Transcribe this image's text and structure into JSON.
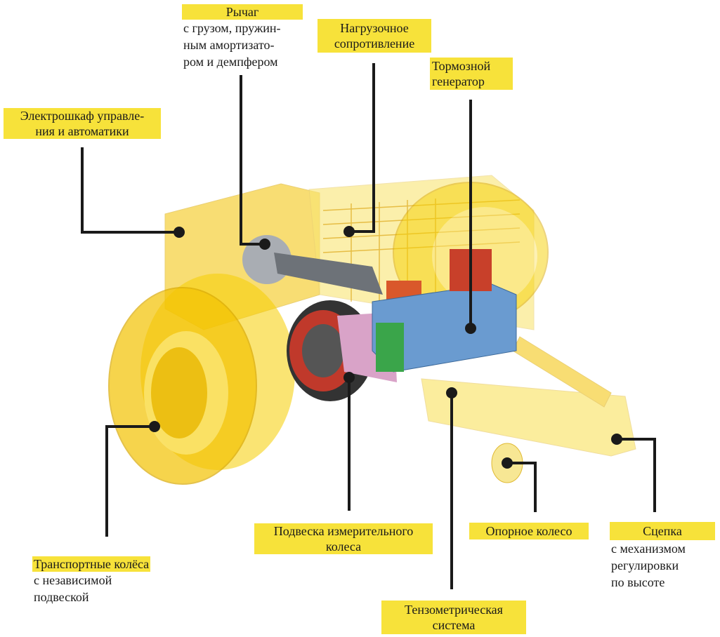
{
  "colors": {
    "highlight": "#f7e23a",
    "frame": "#f2c200",
    "generator": "#5b8fc4",
    "leader": "#1a1a1a"
  },
  "labels": {
    "lever": {
      "title": "Рычаг",
      "sub": [
        "с грузом, пружин-",
        "ным амортизато-",
        "ром и демпфером"
      ]
    },
    "load_resistance": {
      "title": [
        "Нагрузочное",
        "сопротивление"
      ]
    },
    "brake_generator": {
      "title": [
        "Тормозной",
        "генератор"
      ]
    },
    "control_cabinet": {
      "title": [
        "Электрошкаф управле-",
        "ния и автоматики"
      ]
    },
    "transport_wheels": {
      "title": "Транспортные колёса",
      "sub": [
        "с независимой",
        "подвеской"
      ]
    },
    "measuring_wheel_suspension": {
      "title": [
        "Подвеска измерительного",
        "колеса"
      ]
    },
    "support_wheel": {
      "title": "Опорное колесо"
    },
    "hitch": {
      "title": "Сцепка",
      "sub": [
        "с механизмом",
        "регулировки",
        "по высоте"
      ]
    },
    "strain_gauge_system": {
      "title": [
        "Тензометрическая",
        "система"
      ]
    }
  }
}
